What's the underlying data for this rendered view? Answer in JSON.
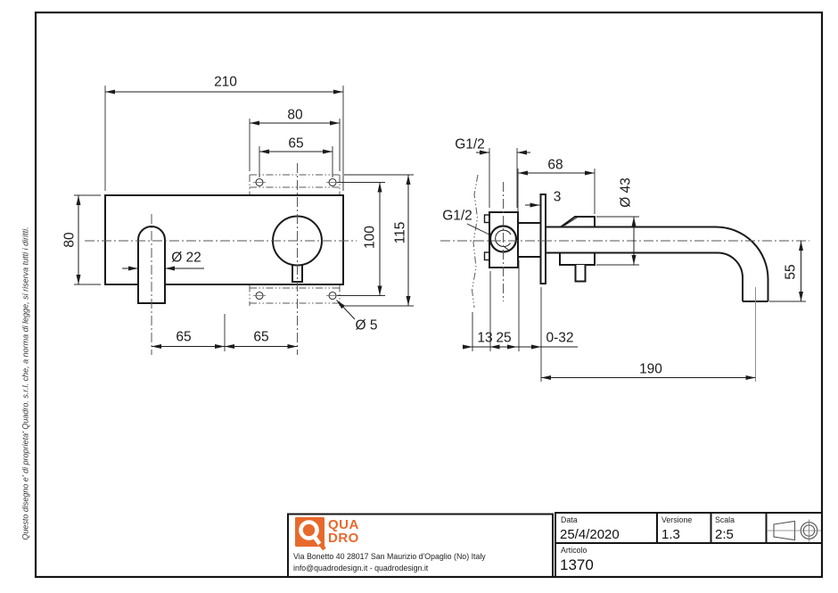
{
  "sheet": {
    "side_note": "Questo disegno e' di proprieta' Quadro. s.r.l. che, a norma di legge, si riserva tutti i diritti."
  },
  "left_view": {
    "dims": {
      "width_total": "210",
      "bracket_width": "80",
      "holes_spacing": "65",
      "body_height": "80",
      "spout_diameter": "Ø 22",
      "holes_vertical": "100",
      "height_total": "115",
      "spout_to_center": "65",
      "center_to_handle": "65",
      "screw_diameter": "Ø 5"
    }
  },
  "right_view": {
    "dims": {
      "inlet_thread_top": "G1/2",
      "inlet_thread_side": "G1/2",
      "trim_length": "68",
      "plate_thickness": "3",
      "trim_diameter": "Ø 43",
      "wall_min": "13",
      "body_depth": "25",
      "adjust_range": "0-32",
      "spout_reach": "190",
      "drop_height": "55"
    }
  },
  "title_block": {
    "logo": {
      "word_line1": "QUA",
      "word_line2": "DRO"
    },
    "address_line1": "Via Bonetto 40  28017 San Maurizio d'Opaglio (No) Italy",
    "address_line2": "info@quadrodesign.it  -  quadrodesign.it",
    "fields": {
      "data_label": "Data",
      "data_value": "25/4/2020",
      "versione_label": "Versione",
      "versione_value": "1.3",
      "scala_label": "Scala",
      "scala_value": "2:5",
      "articolo_label": "Articolo",
      "articolo_value": "1370"
    }
  },
  "colors": {
    "accent": "#E8692C",
    "line": "#1A1A1A"
  }
}
